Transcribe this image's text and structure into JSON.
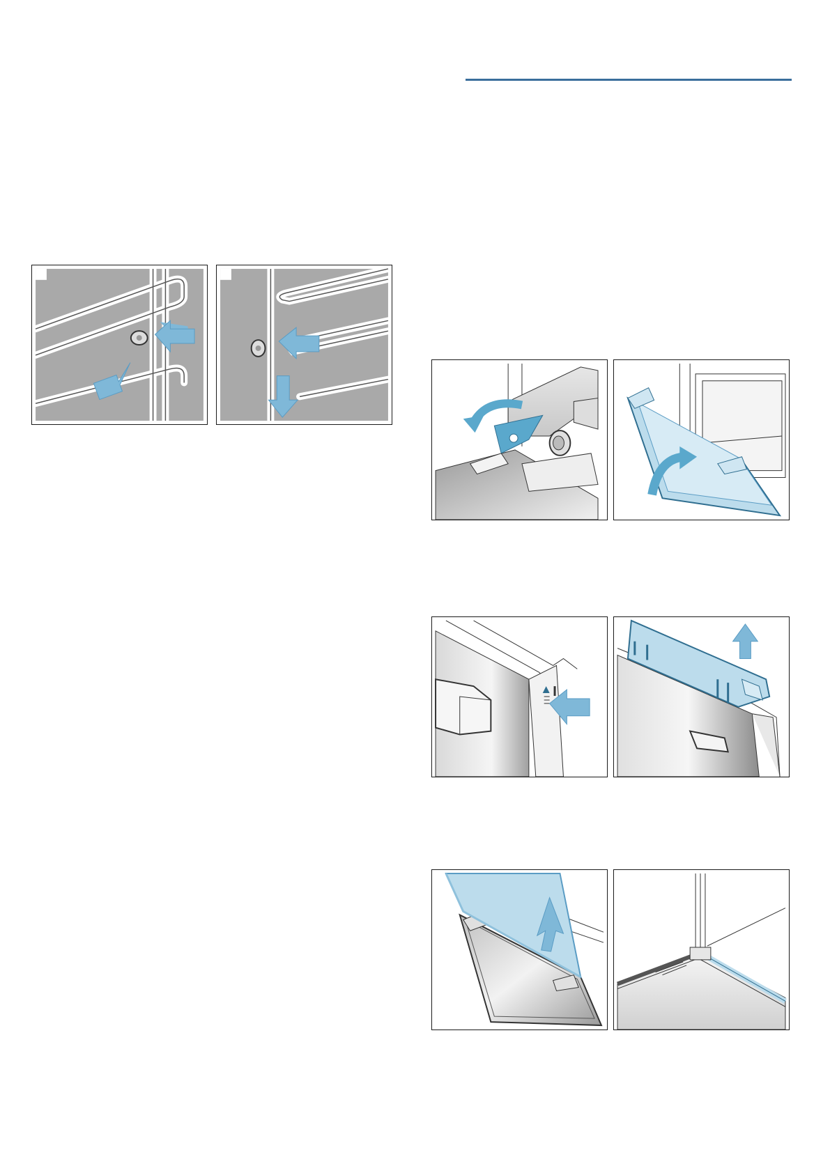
{
  "colors": {
    "accent_rule": "#3a6e9c",
    "arrow": "#7fb8d8",
    "arrow_dark": "#5a9cc4",
    "panel_gray": "#a9a9a9",
    "glass": "#bcdcec"
  },
  "figures": [
    {
      "id": "rail-remove-1",
      "icon": "shelf-rail-press-arrows"
    },
    {
      "id": "rail-remove-2",
      "icon": "shelf-rail-lift-arrows"
    },
    {
      "id": "door-hinge-lever",
      "icon": "hinge-lever-rotate"
    },
    {
      "id": "door-close",
      "icon": "door-tilt-close"
    },
    {
      "id": "door-cover-press",
      "icon": "door-side-press"
    },
    {
      "id": "door-cover-lift",
      "icon": "door-cover-lift-off"
    },
    {
      "id": "door-pane-remove",
      "icon": "glass-pane-slide-out"
    },
    {
      "id": "door-pane-seal",
      "icon": "pane-seal-corner"
    }
  ]
}
